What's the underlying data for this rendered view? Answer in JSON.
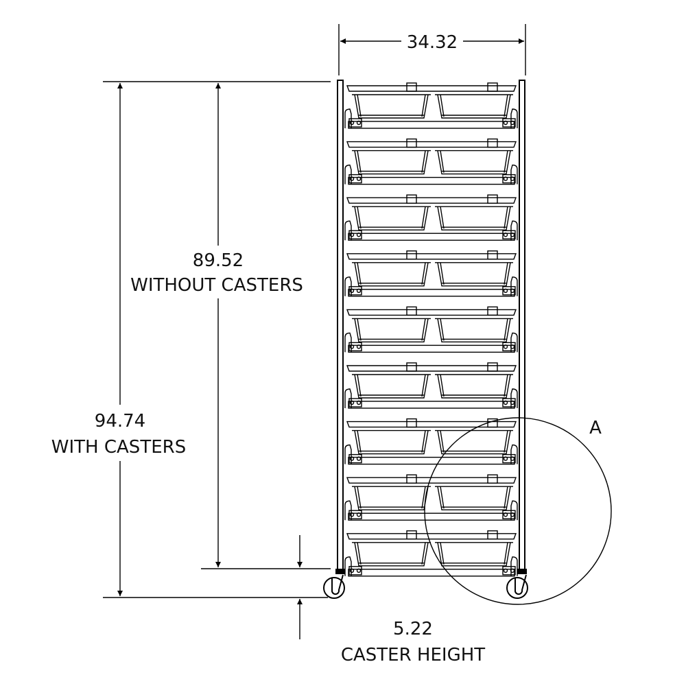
{
  "dimensions": {
    "width": {
      "value": "34.32"
    },
    "height_without_casters": {
      "value": "89.52",
      "label": "WITHOUT CASTERS"
    },
    "height_with_casters": {
      "value": "94.74",
      "label": "WITH CASTERS"
    },
    "caster_height": {
      "value": "5.22",
      "label": "CASTER HEIGHT"
    }
  },
  "detail_callout": {
    "label": "A"
  },
  "rack": {
    "shelf_count": 9,
    "bins_per_shelf": 2,
    "caster_count": 2
  }
}
